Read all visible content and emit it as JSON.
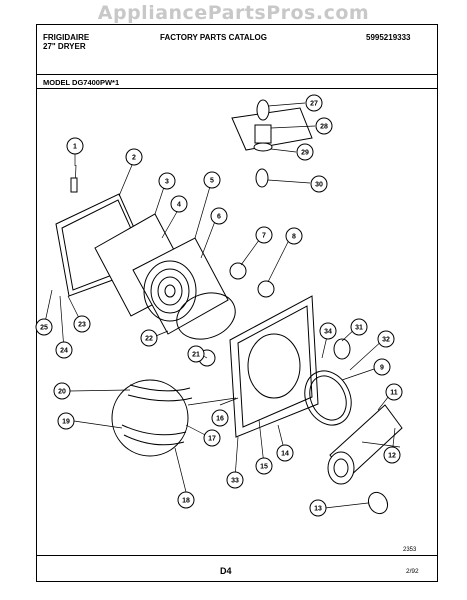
{
  "watermark": "AppliancePartsPros.com",
  "header": {
    "brand": "FRIGIDAIRE",
    "product": "27\" DRYER",
    "catalog_title": "FACTORY PARTS CATALOG",
    "catalog_number": "5995219333"
  },
  "model_label": "MODEL DG7400PW*1",
  "footer": {
    "diagram_code": "2353",
    "page": "D4",
    "date": "2/92"
  },
  "callouts": [
    "1",
    "2",
    "3",
    "4",
    "5",
    "6",
    "7",
    "8",
    "9",
    "11",
    "12",
    "13",
    "14",
    "15",
    "16",
    "17",
    "18",
    "19",
    "20",
    "21",
    "22",
    "23",
    "24",
    "25",
    "27",
    "28",
    "29",
    "30",
    "31",
    "32",
    "33",
    "34"
  ]
}
